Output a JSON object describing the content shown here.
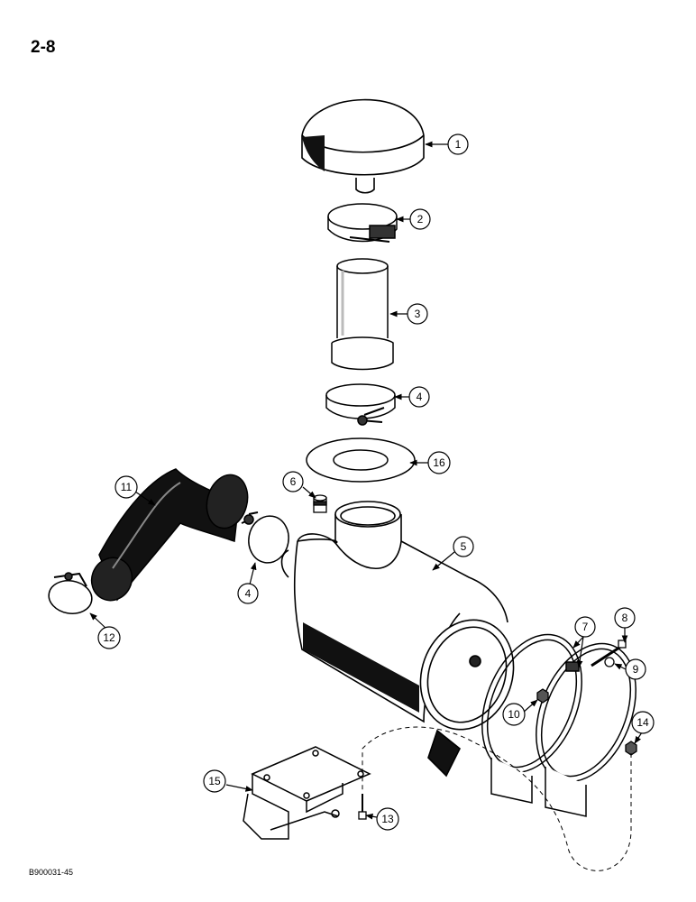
{
  "page": {
    "number": "2-8",
    "figure_code": "B900031-45"
  },
  "callouts": {
    "c1": "1",
    "c2": "2",
    "c3": "3",
    "c4a": "4",
    "c4b": "4",
    "c5": "5",
    "c6": "6",
    "c7": "7",
    "c8": "8",
    "c9": "9",
    "c10": "10",
    "c11": "11",
    "c12": "12",
    "c13": "13",
    "c14": "14",
    "c15": "15",
    "c16": "16"
  }
}
